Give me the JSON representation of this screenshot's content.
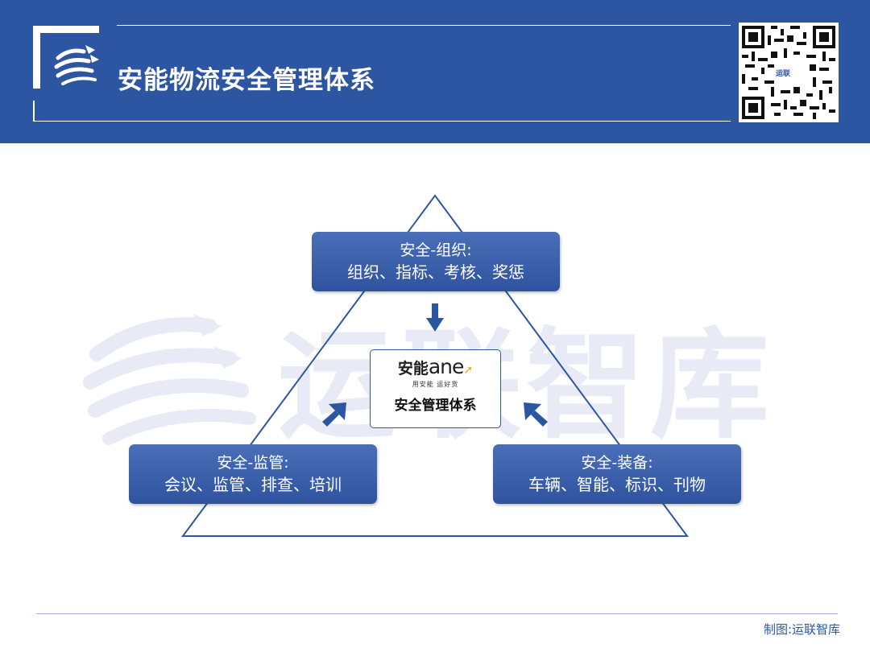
{
  "header": {
    "title": "安能物流安全管理体系"
  },
  "qr_code": {
    "center_label": "运联"
  },
  "watermark": {
    "text": "运联智库"
  },
  "diagram": {
    "top_box": {
      "heading": "安全-组织:",
      "items": "组织、指标、考核、奖惩"
    },
    "left_box": {
      "heading": "安全-监管:",
      "items": "会议、监管、排查、培训"
    },
    "right_box": {
      "heading": "安全-装备:",
      "items": "车辆、智能、标识、刊物"
    },
    "center": {
      "brand_cn": "安能",
      "brand_en": "ane",
      "slogan": "用安能 运好货",
      "title": "安全管理体系"
    }
  },
  "footer": {
    "credit": "制图:运联智库"
  },
  "colors": {
    "primary": "#2c55a2",
    "accent": "#f3a51c",
    "watermark": "#e8ebf5"
  }
}
